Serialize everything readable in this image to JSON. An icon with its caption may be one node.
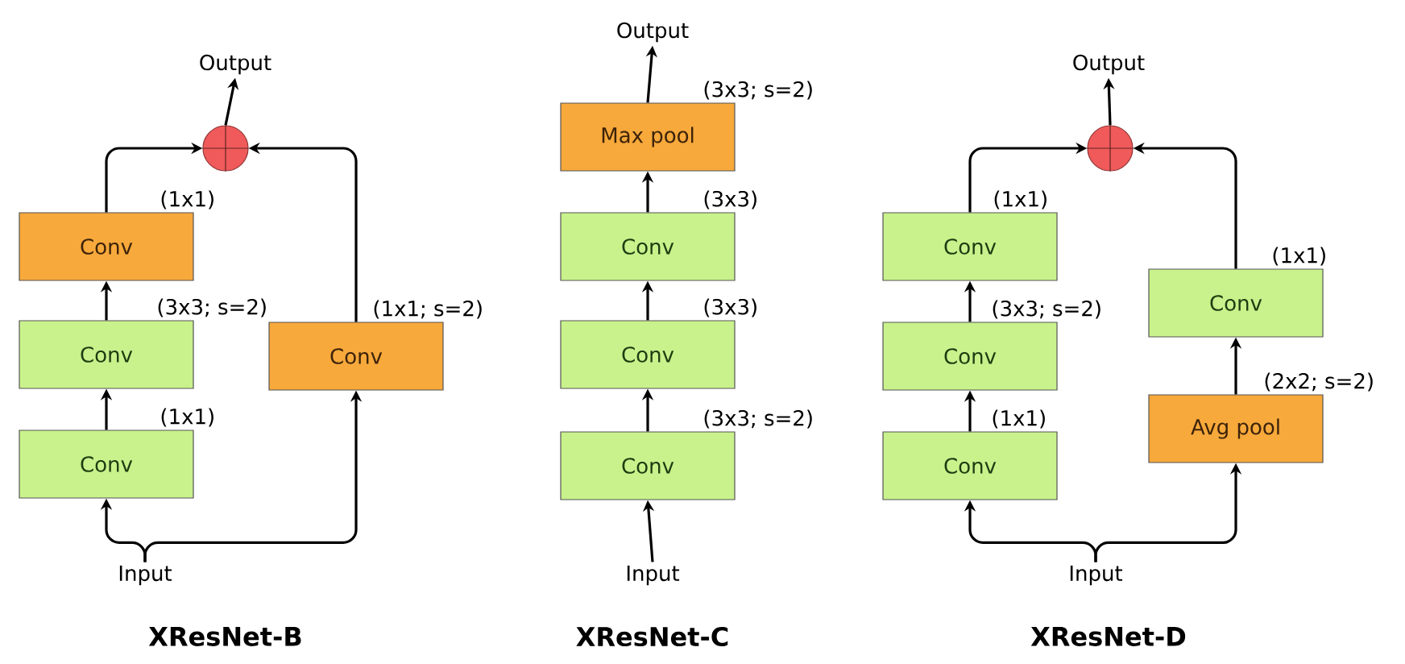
{
  "diagram": {
    "nodes": [
      {
        "text": [
          "Input"
        ]
      },
      {
        "text": [
          "Conv"
        ],
        "beside": [
          "(1x1)"
        ]
      },
      {
        "text": [
          "Conv"
        ],
        "beside": [
          "(3x3; s=2)"
        ]
      },
      {
        "text": [
          "Conv"
        ],
        "beside": [
          "(1x1)"
        ]
      },
      {
        "text": [
          "Conv"
        ],
        "beside": [
          "(1x1; s=2)"
        ]
      },
      {
        "text": [],
        "shape": "circle"
      },
      {
        "text": [
          "Output"
        ]
      },
      {
        "text": [
          "Input"
        ]
      },
      {
        "text": [
          "Conv"
        ],
        "beside": [
          "(3x3; s=2)"
        ]
      },
      {
        "text": [
          "Conv"
        ],
        "beside": [
          "(3x3)"
        ]
      },
      {
        "text": [
          "Conv"
        ],
        "beside": [
          "(3x3)"
        ]
      },
      {
        "text": [
          "Max pool"
        ],
        "beside": [
          "(3x3; s=2)"
        ]
      },
      {
        "text": [
          "Output"
        ]
      },
      {
        "text": [
          "Input"
        ]
      },
      {
        "text": [
          "Conv"
        ],
        "beside": [
          "(1x1)"
        ]
      },
      {
        "text": [
          "Conv"
        ],
        "beside": [
          "(3x3; s=2)"
        ]
      },
      {
        "text": [
          "Conv"
        ],
        "beside": [
          "(1x1)"
        ]
      },
      {
        "text": [
          "Avg pool"
        ],
        "beside": [
          "(2x2; s=2)"
        ]
      },
      {
        "text": [
          "Conv"
        ],
        "beside": [
          "(1x1)"
        ]
      },
      {
        "text": [],
        "shape": "circle"
      },
      {
        "text": [
          "Output"
        ]
      }
    ],
    "edges": [
      {
        "from": 0,
        "to": 1,
        "arrow": "to"
      },
      {
        "from": 0,
        "to": 4,
        "arrow": "to"
      },
      {
        "from": 1,
        "to": 2,
        "arrow": "to"
      },
      {
        "from": 2,
        "to": 3,
        "arrow": "to"
      },
      {
        "from": 3,
        "to": 5,
        "arrow": "to"
      },
      {
        "from": 4,
        "to": 5,
        "arrow": "to"
      },
      {
        "from": 5,
        "to": 6,
        "arrow": "to"
      },
      {
        "from": 7,
        "to": 8,
        "arrow": "to"
      },
      {
        "from": 8,
        "to": 9,
        "arrow": "to"
      },
      {
        "from": 9,
        "to": 10,
        "arrow": "to"
      },
      {
        "from": 10,
        "to": 11,
        "arrow": "to"
      },
      {
        "from": 11,
        "to": 12,
        "arrow": "to"
      },
      {
        "from": 13,
        "to": 14,
        "arrow": "to"
      },
      {
        "from": 13,
        "to": 17,
        "arrow": "to"
      },
      {
        "from": 14,
        "to": 15,
        "arrow": "to"
      },
      {
        "from": 15,
        "to": 16,
        "arrow": "to"
      },
      {
        "from": 16,
        "to": 19,
        "arrow": "to"
      },
      {
        "from": 17,
        "to": 18,
        "arrow": "to"
      },
      {
        "from": 18,
        "to": 19,
        "arrow": "to"
      },
      {
        "from": 19,
        "to": 20,
        "arrow": "to"
      }
    ],
    "labels": [
      "XResNet-B",
      "XResNet-C",
      "XResNet-D"
    ]
  }
}
